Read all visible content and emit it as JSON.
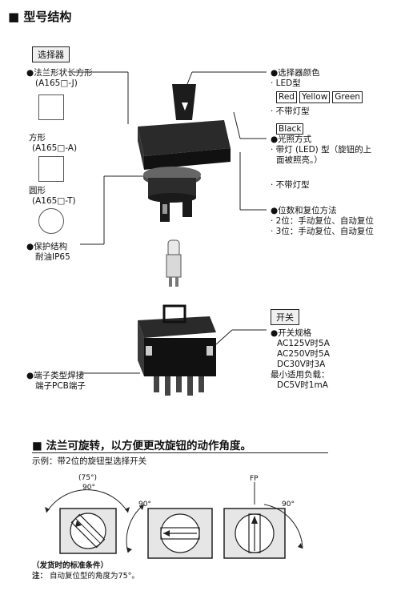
{
  "header": {
    "marker": "■",
    "title": "型号结构"
  },
  "selector": {
    "box_label": "选择器",
    "flange_rect": {
      "title": "●法兰形状长方形",
      "model": "(A165□-J)"
    },
    "square": {
      "title": "方形",
      "model": "(A165□-A)"
    },
    "round": {
      "title": "圆形",
      "model": "(A165□-T)"
    },
    "protection": {
      "title": "●保护结构",
      "value": "耐油IP65"
    },
    "color": {
      "title": "●选择器颜色",
      "led_type": "· LED型",
      "led_colors": [
        "Red",
        "Yellow",
        "Green"
      ],
      "no_light": "· 不带灯型",
      "no_light_colors": [
        "Black"
      ]
    },
    "illumination": {
      "title": "●光照方式",
      "led_line1": "· 带灯 (LED) 型（旋钮的上",
      "led_line2": "面被照亮。）",
      "no_light": "· 不带灯型"
    },
    "positions": {
      "title": "●位数和复位方法",
      "pos2": "· 2位：手动复位、自动复位",
      "pos3": "· 3位：手动复位、自动复位"
    }
  },
  "switch": {
    "box_label": "开关",
    "spec_title": "●开关规格",
    "specs": [
      "AC125V时5A",
      "AC250V时5A",
      "DC30V时3A"
    ],
    "min_load_title": "最小适用负载：",
    "min_load": "DC5V时1mA",
    "terminal_title": "●端子类型焊接",
    "terminal_value": "端子PCB端子"
  },
  "flange": {
    "marker": "■",
    "title": "法兰可旋转，以方便更改旋钮的动作角度。",
    "example": "示例：带2位的旋钮型选择开关",
    "diagram1_angle_top": "(75°)",
    "diagram1_angle_sub": "90°",
    "diagram2_angle": "90°",
    "diagram3_fp": "FP",
    "diagram3_angle": "90°",
    "note_title": "（发货时的标准条件）",
    "note_label": "注：",
    "note_text": "自动复位型的角度为75°。"
  }
}
